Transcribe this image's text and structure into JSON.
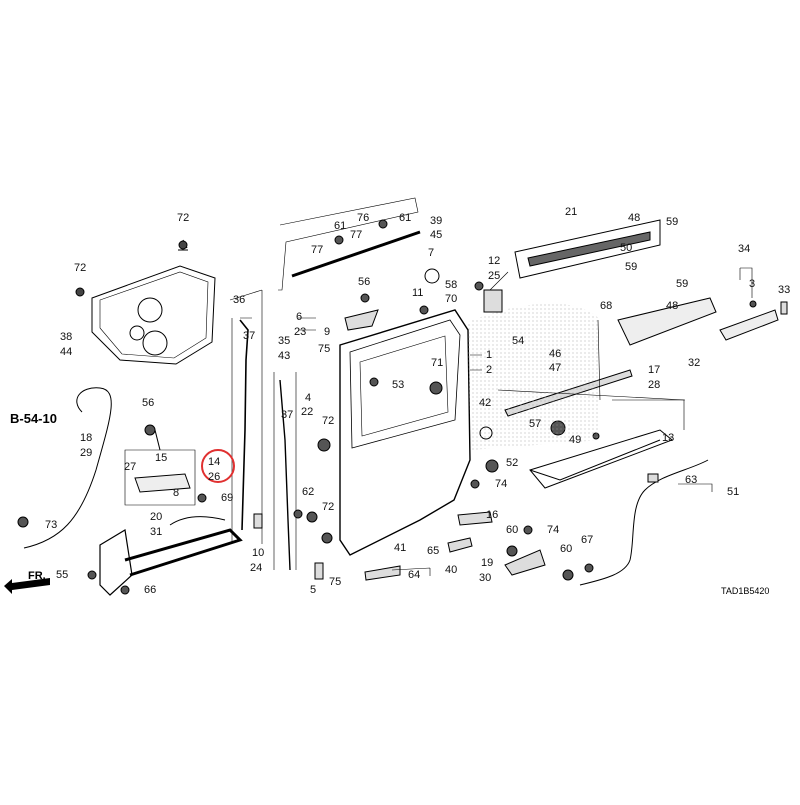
{
  "diagram": {
    "reference": "B-54-10",
    "direction_label": "FR.",
    "diagram_code": "TAD1B5420",
    "highlighted_callout": "14-26",
    "highlight_color": "#e03030",
    "callouts": {
      "c72a": "72",
      "c72b": "72",
      "c38": "38",
      "c44": "44",
      "c36": "36",
      "c37a": "37",
      "c14": "14",
      "c26": "26",
      "c18": "18",
      "c29": "29",
      "c56a": "56",
      "c27": "27",
      "c15": "15",
      "c8": "8",
      "c69": "69",
      "c73": "73",
      "c20": "20",
      "c31": "31",
      "c55": "55",
      "c66": "66",
      "c10": "10",
      "c24": "24",
      "c35": "35",
      "c43": "43",
      "c37b": "37",
      "c4": "4",
      "c22": "22",
      "c62": "62",
      "c5": "5",
      "c75a": "75",
      "c75b": "75",
      "c6": "6",
      "c23": "23",
      "c9": "9",
      "c56b": "56",
      "c61a": "61",
      "c76": "76",
      "c61b": "61",
      "c77a": "77",
      "c77b": "77",
      "c39": "39",
      "c45": "45",
      "c7": "7",
      "c11": "11",
      "c58": "58",
      "c70": "70",
      "c12": "12",
      "c25": "25",
      "c54": "54",
      "c53": "53",
      "c71": "71",
      "c1": "1",
      "c2": "2",
      "c72c": "72",
      "c72d": "72",
      "c42": "42",
      "c52": "52",
      "c74a": "74",
      "c74b": "74",
      "c16": "16",
      "c41": "41",
      "c65": "65",
      "c60a": "60",
      "c19": "19",
      "c30": "30",
      "c40": "40",
      "c64": "64",
      "c21": "21",
      "c48a": "48",
      "c50": "50",
      "c59a": "59",
      "c59b": "59",
      "c59c": "59",
      "c34": "34",
      "c3": "3",
      "c33": "33",
      "c68": "68",
      "c48b": "48",
      "c32": "32",
      "c46": "46",
      "c47": "47",
      "c17": "17",
      "c28": "28",
      "c57": "57",
      "c49": "49",
      "c13": "13",
      "c63": "63",
      "c51": "51",
      "c60b": "60",
      "c67": "67"
    }
  }
}
